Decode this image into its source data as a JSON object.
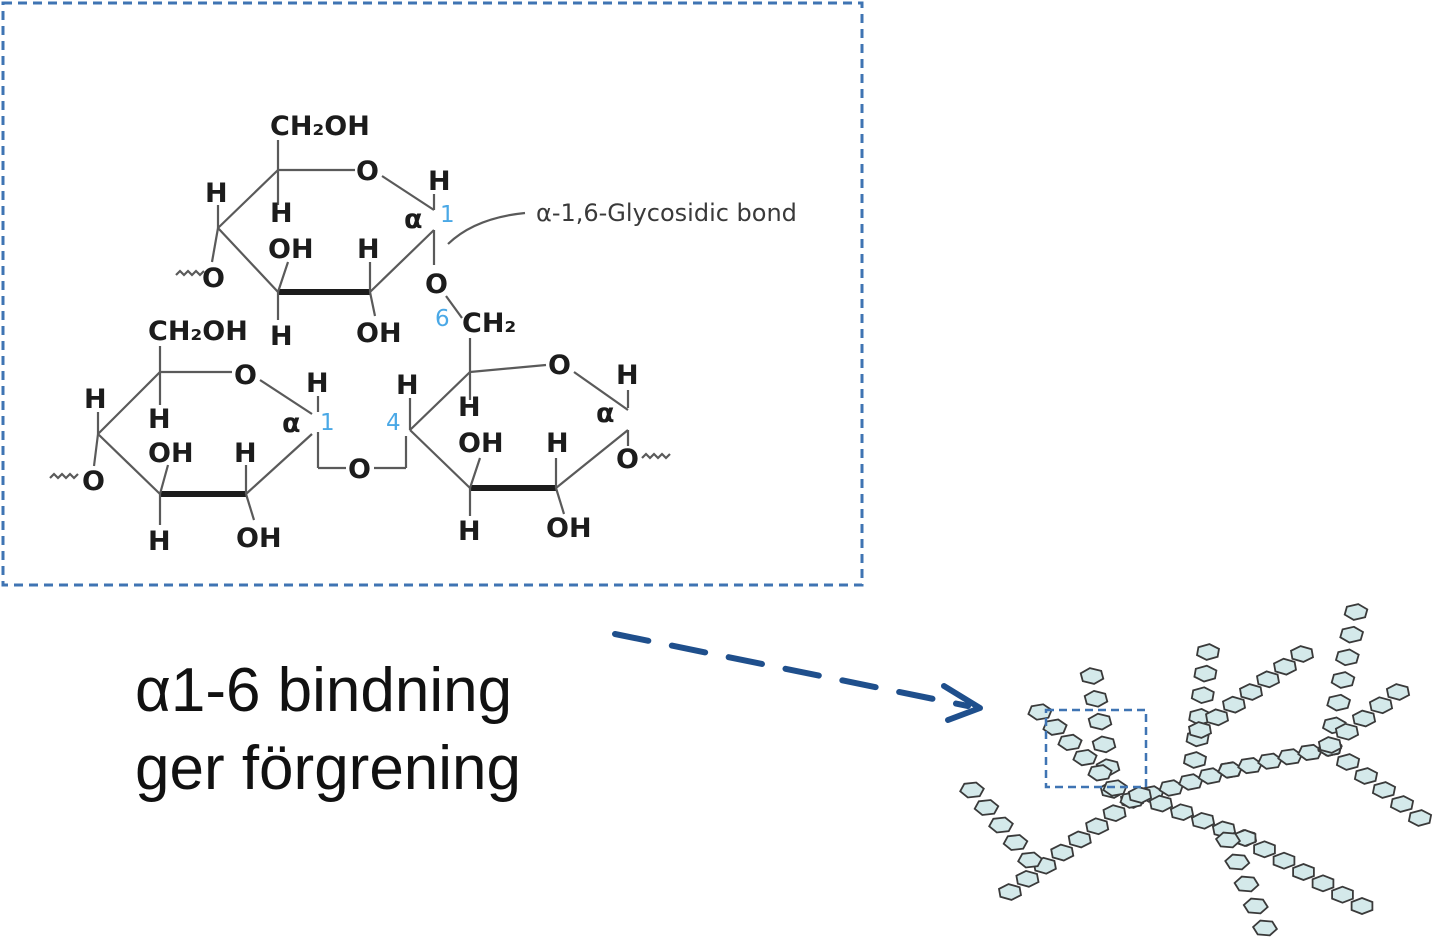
{
  "structure": {
    "labels": {
      "ch2oh": "CH₂OH",
      "ch2": "CH₂",
      "o": "O",
      "h": "H",
      "oh": "OH",
      "alpha": "α",
      "pos_1": "1",
      "pos_4": "4",
      "pos_6": "6"
    },
    "bond_annotation": "α-1,6-Glycosidic bond"
  },
  "caption": {
    "line1": "α1-6 bindning",
    "line2": "ger förgrening"
  },
  "colors": {
    "frame": "#3f74b3",
    "arrow": "#1f4f8c",
    "alpha": "#e8488f",
    "position": "#4aa8e6",
    "glucose_fill": "#d4e9ea",
    "glucose_stroke": "#3a3a3a"
  }
}
